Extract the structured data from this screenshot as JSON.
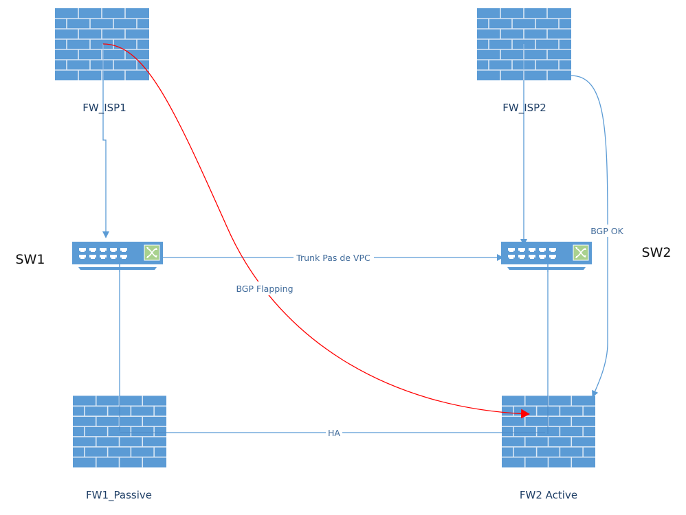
{
  "colors": {
    "device_fill": "#5b9bd5",
    "device_line": "#dbe8f5",
    "link": "#5b9bd5",
    "link_error": "#ff0000",
    "switch_badge": "#a9d18e",
    "label_text": "#1f3f66",
    "edge_label_text": "#3f6a9a"
  },
  "nodes": {
    "fw_isp1": {
      "label": "FW_ISP1",
      "type": "firewall"
    },
    "fw_isp2": {
      "label": "FW_ISP2",
      "type": "firewall"
    },
    "sw1": {
      "label": "SW1",
      "type": "switch"
    },
    "sw2": {
      "label": "SW2",
      "type": "switch"
    },
    "fw1": {
      "label": "FW1_Passive",
      "type": "firewall"
    },
    "fw2": {
      "label": "FW2 Active",
      "type": "firewall"
    }
  },
  "edges": {
    "trunk": {
      "from": "SW1",
      "to": "SW2",
      "label": "Trunk Pas de VPC"
    },
    "bgp_flapping": {
      "from": "FW_ISP1",
      "to": "FW2 Active",
      "label": "BGP Flapping",
      "status": "error"
    },
    "bgp_ok": {
      "from": "FW_ISP2",
      "to": "FW2 Active",
      "label": "BGP OK",
      "status": "ok"
    },
    "ha": {
      "from": "FW1_Passive",
      "to": "FW2 Active",
      "label": "HA"
    },
    "isp1_sw1": {
      "from": "FW_ISP1",
      "to": "SW1",
      "label": ""
    },
    "isp2_sw2": {
      "from": "FW_ISP2",
      "to": "SW2",
      "label": ""
    },
    "sw1_fw1": {
      "from": "SW1",
      "to": "FW1_Passive",
      "label": ""
    },
    "sw2_fw2": {
      "from": "SW2",
      "to": "FW2 Active",
      "label": ""
    }
  },
  "icons": {
    "firewall": "brick-wall-firewall-icon",
    "switch": "network-switch-icon"
  }
}
